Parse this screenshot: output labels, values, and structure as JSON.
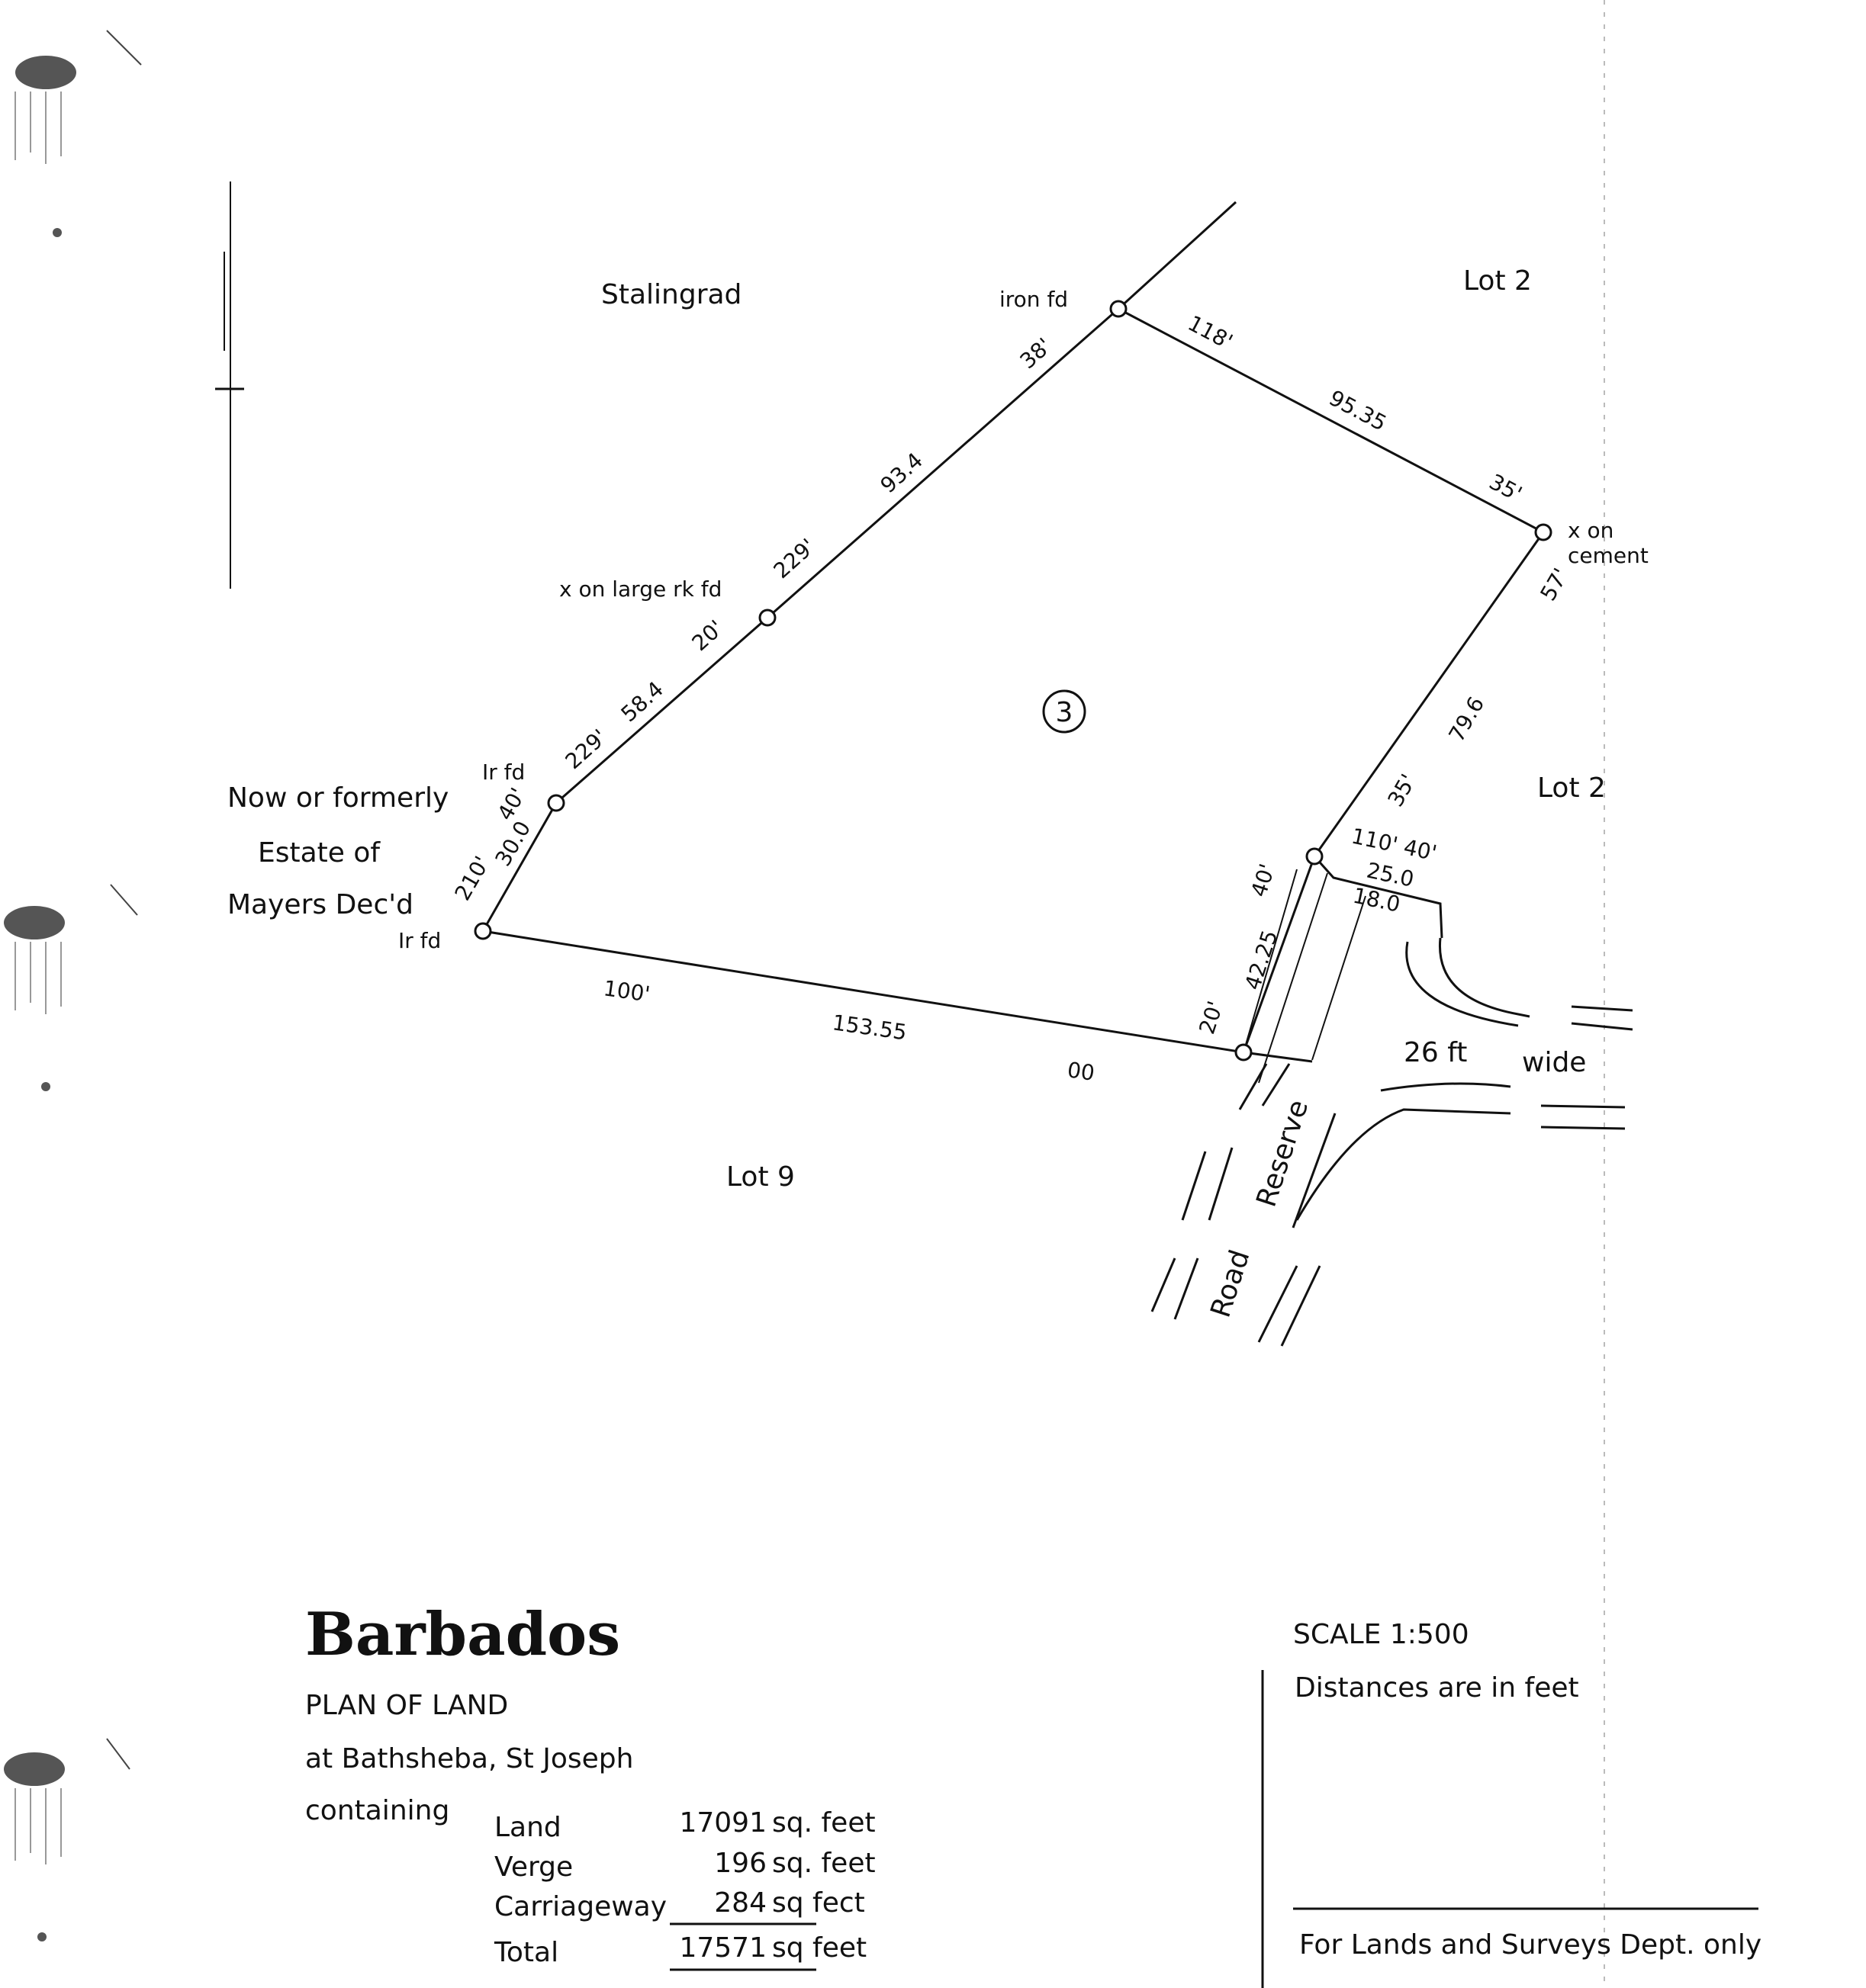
{
  "plan": {
    "neighbors": {
      "north": "Stalingrad",
      "northeast": "Lot 2",
      "east": "Lot 2",
      "west": [
        "Now or formerly",
        "Estate of",
        "Mayers Dec'd"
      ],
      "south": "Lot 9"
    },
    "parcel_number": "3",
    "markers": {
      "iron_fd": "iron fd",
      "ir_fd_a": "Ir fd",
      "ir_fd_b": "Ir fd",
      "large_rock": "x on large rk fd",
      "cement": [
        "x on",
        "cement"
      ]
    },
    "dimensions": {
      "d_118": "118'",
      "d_9535": "95.35",
      "d_35a": "35'",
      "d_38": "38'",
      "d_934": "93.4",
      "d_229a": "229'",
      "d_20a": "20'",
      "d_584": "58.4",
      "d_229b": "229'",
      "d_40a": "40'",
      "d_300": "30.0",
      "d_210": "210'",
      "d_57": "57'",
      "d_796": "79.6",
      "d_35b": "35'",
      "d_110": "110' 40'",
      "d_250": "25.0",
      "d_180": "18.0",
      "d_40b": "40'",
      "d_4225": "42.25",
      "d_20b": "20'",
      "d_100": "100'",
      "d_15355": "153.55",
      "d_00": "00"
    },
    "road": {
      "width": "26 ft",
      "wide": "wide",
      "reserve": "Reserve",
      "road": "Road"
    }
  },
  "titleblock": {
    "country": "Barbados",
    "plan_title": "PLAN OF LAND",
    "location": "at Bathsheba, St Joseph",
    "containing": "containing",
    "areas": [
      {
        "name": "Land",
        "value": "17091",
        "unit": "sq. feet"
      },
      {
        "name": "Verge",
        "value": "196",
        "unit": "sq. feet"
      },
      {
        "name": "Carriageway",
        "value": "284",
        "unit": "sq  fect"
      },
      {
        "name": "Total",
        "value": "17571",
        "unit": "sq  feet"
      }
    ],
    "scale": "SCALE 1:500",
    "distances_note": "Distances are in feet",
    "dept_note": "For Lands and Surveys Dept. only"
  }
}
